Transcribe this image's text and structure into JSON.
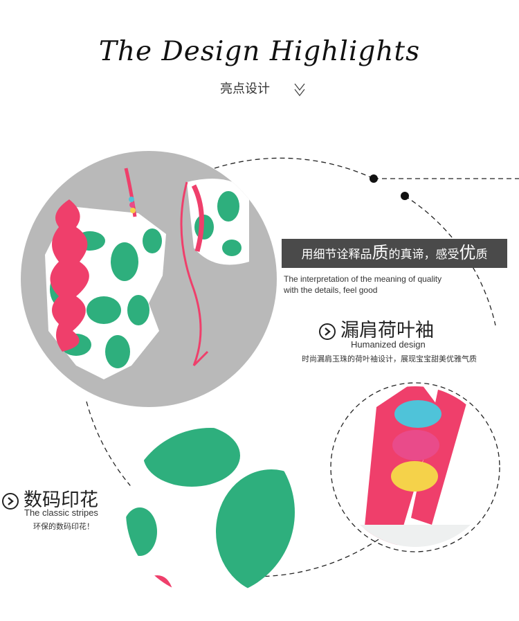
{
  "header": {
    "title": "The Design Highlights",
    "subtitle": "亮点设计"
  },
  "banner": {
    "part1": "用细节诠释品",
    "big1": "质",
    "part2": "的真谛，感受",
    "big2": "优",
    "part3": "质",
    "en_line1": "The interpretation of the meaning of quality",
    "en_line2": "with the details, feel good"
  },
  "feature_shoulder": {
    "title": "漏肩荷叶袖",
    "en": "Humanized design",
    "desc": "时尚漏肩玉珠的荷叶袖设计，展现宝宝甜美优雅气质"
  },
  "feature_print": {
    "title": "数码印花",
    "en": "The classic stripes",
    "desc": "环保的数码印花！"
  },
  "colors": {
    "banner_bg": "#4a4a4a",
    "pink": "#ef3f6b",
    "green": "#2eaf7d",
    "circle_bg": "#b9b9b9"
  },
  "icons": [
    "chevron-down-double-icon",
    "play-circle-icon"
  ]
}
